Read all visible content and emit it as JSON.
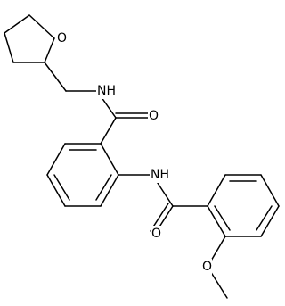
{
  "diagram": {
    "atom_labels": {
      "ring_oxygen": "O",
      "amide_nitrogen_top": "NH",
      "carbonyl_oxygen_top": "O",
      "amide_nitrogen_middle": "NH",
      "carbonyl_oxygen_bottom": "O",
      "methoxy_oxygen": "O"
    },
    "colors": {
      "bond": "#000000",
      "label": "#000000",
      "background": "#ffffff"
    }
  }
}
